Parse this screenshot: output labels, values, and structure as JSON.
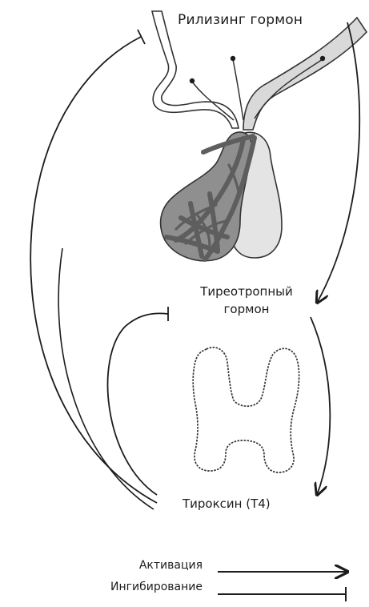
{
  "labels": {
    "releasing_hormone": "Рилизинг гормон",
    "tsh_line1": "Тиреотропный",
    "tsh_line2": "гормон",
    "thyroxine": "Тироксин (Т4)"
  },
  "legend": {
    "activation": "Активация",
    "inhibition": "Ингибирование"
  },
  "colors": {
    "ink": "#1c1c1c",
    "gland_dark": "#8a8a8a",
    "gland_light": "#dedede",
    "vessels": "#5e5e5e"
  }
}
